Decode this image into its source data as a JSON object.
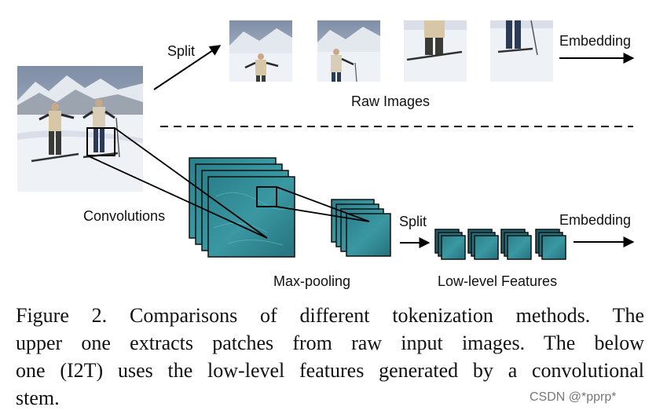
{
  "labels": {
    "split_top": "Split",
    "embedding_top": "Embedding",
    "raw_images": "Raw Images",
    "convolutions": "Convolutions",
    "max_pooling": "Max-pooling",
    "split_bottom": "Split",
    "embedding_bottom": "Embedding",
    "low_level_features": "Low-level Features"
  },
  "caption": {
    "lines": [
      "Figure 2. Comparisons of different tokenization methods.  The",
      "upper one extracts patches from raw input images.  The below",
      "one (I2T) uses the low-level features generated by a convolutional",
      "stem."
    ]
  },
  "watermark": "CSDN @*pprp*",
  "colors": {
    "feature_map": "#2f8a94",
    "feature_map_dark": "#1f6d78",
    "sky": "#9aa7b8",
    "snow": "#eef1f6"
  }
}
